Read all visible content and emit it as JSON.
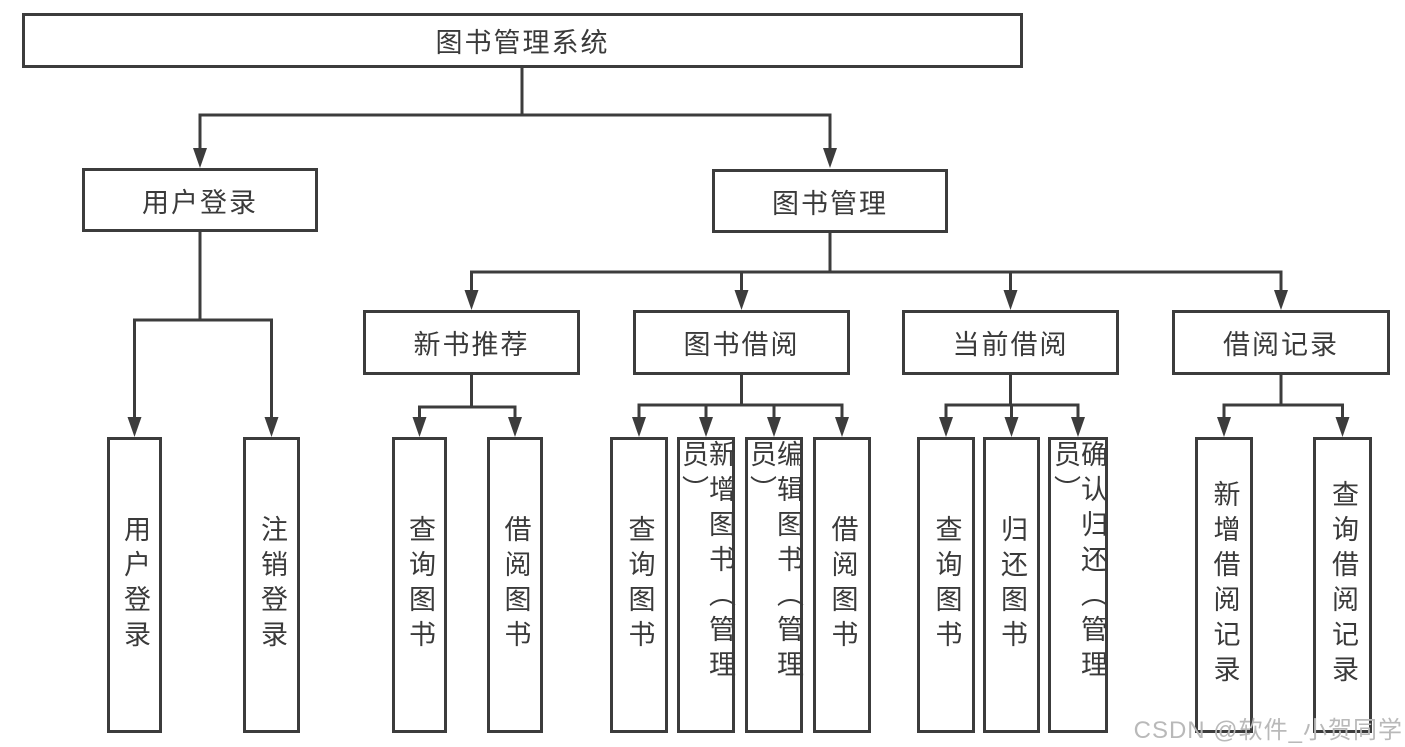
{
  "tree": {
    "root": "图书管理系统",
    "branches": [
      {
        "label": "用户登录",
        "children": [
          "用户登录",
          "注销登录"
        ]
      },
      {
        "label": "图书管理",
        "groups": [
          {
            "label": "新书推荐",
            "children": [
              "查询图书",
              "借阅图书"
            ]
          },
          {
            "label": "图书借阅",
            "children": [
              "查询图书",
              "新增图书（管理员）",
              "编辑图书（管理员）",
              "借阅图书"
            ]
          },
          {
            "label": "当前借阅",
            "children": [
              "查询图书",
              "归还图书",
              "确认归还（管理员）"
            ]
          },
          {
            "label": "借阅记录",
            "children": [
              "新增借阅记录",
              "查询借阅记录"
            ]
          }
        ]
      }
    ]
  },
  "watermark": {
    "text": "CSDN @软件_小贺同学"
  },
  "colors": {
    "line": "#3c3c3c",
    "text": "#3a3a3a",
    "watermark": "#b9b9b9",
    "background": "#ffffff"
  }
}
